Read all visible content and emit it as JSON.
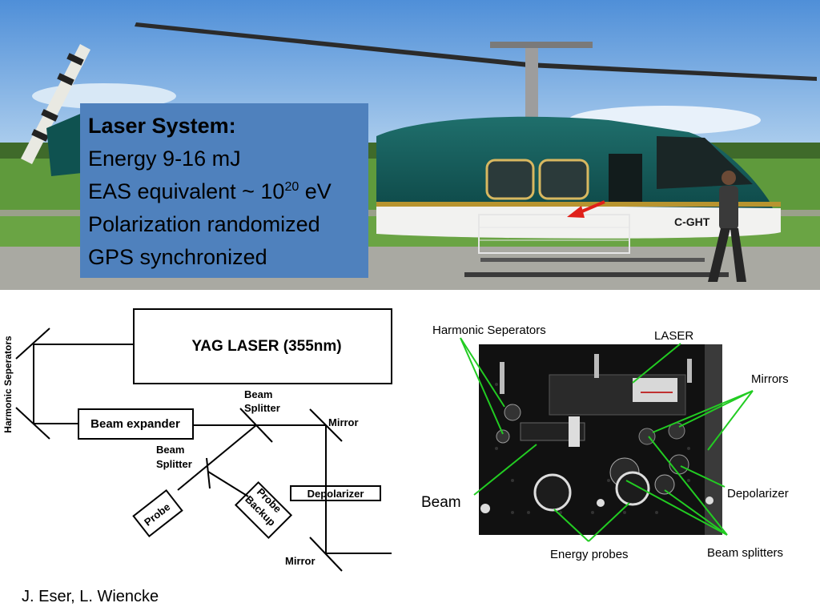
{
  "laser_box": {
    "title": "Laser System:",
    "line1": "Energy 9-16 mJ",
    "line2_prefix": "EAS equivalent ~ 10",
    "line2_exp": "20",
    "line2_suffix": " eV",
    "line3": "Polarization randomized",
    "line4": "GPS synchronized"
  },
  "helicopter": {
    "registration": "C-GHT"
  },
  "schematic": {
    "harmonic_label": "Harmonic Seperators",
    "laser_label": "YAG LASER (355nm)",
    "beam_expander": "Beam expander",
    "beam_splitter_1_line1": "Beam",
    "beam_splitter_1_line2": "Splitter",
    "beam_splitter_2_line1": "Beam",
    "beam_splitter_2_line2": "Splitter",
    "mirror_top": "Mirror",
    "mirror_bottom": "Mirror",
    "depolarizer": "Depolarizer",
    "probe": "Probe",
    "probe_backup_line1": "Probe",
    "probe_backup_line2": "Backup"
  },
  "photo_labels": {
    "harmonic": "Harmonic Seperators",
    "laser": "LASER",
    "mirrors": "Mirrors",
    "beam": "Beam",
    "depolarizer": "Depolarizer",
    "energy_probes": "Energy probes",
    "beam_splitters": "Beam splitters"
  },
  "authors": "J. Eser,  L. Wiencke",
  "colors": {
    "box_blue": "#4f81bd",
    "annotation_green": "#22cc22",
    "arrow_red": "#e0201a"
  }
}
